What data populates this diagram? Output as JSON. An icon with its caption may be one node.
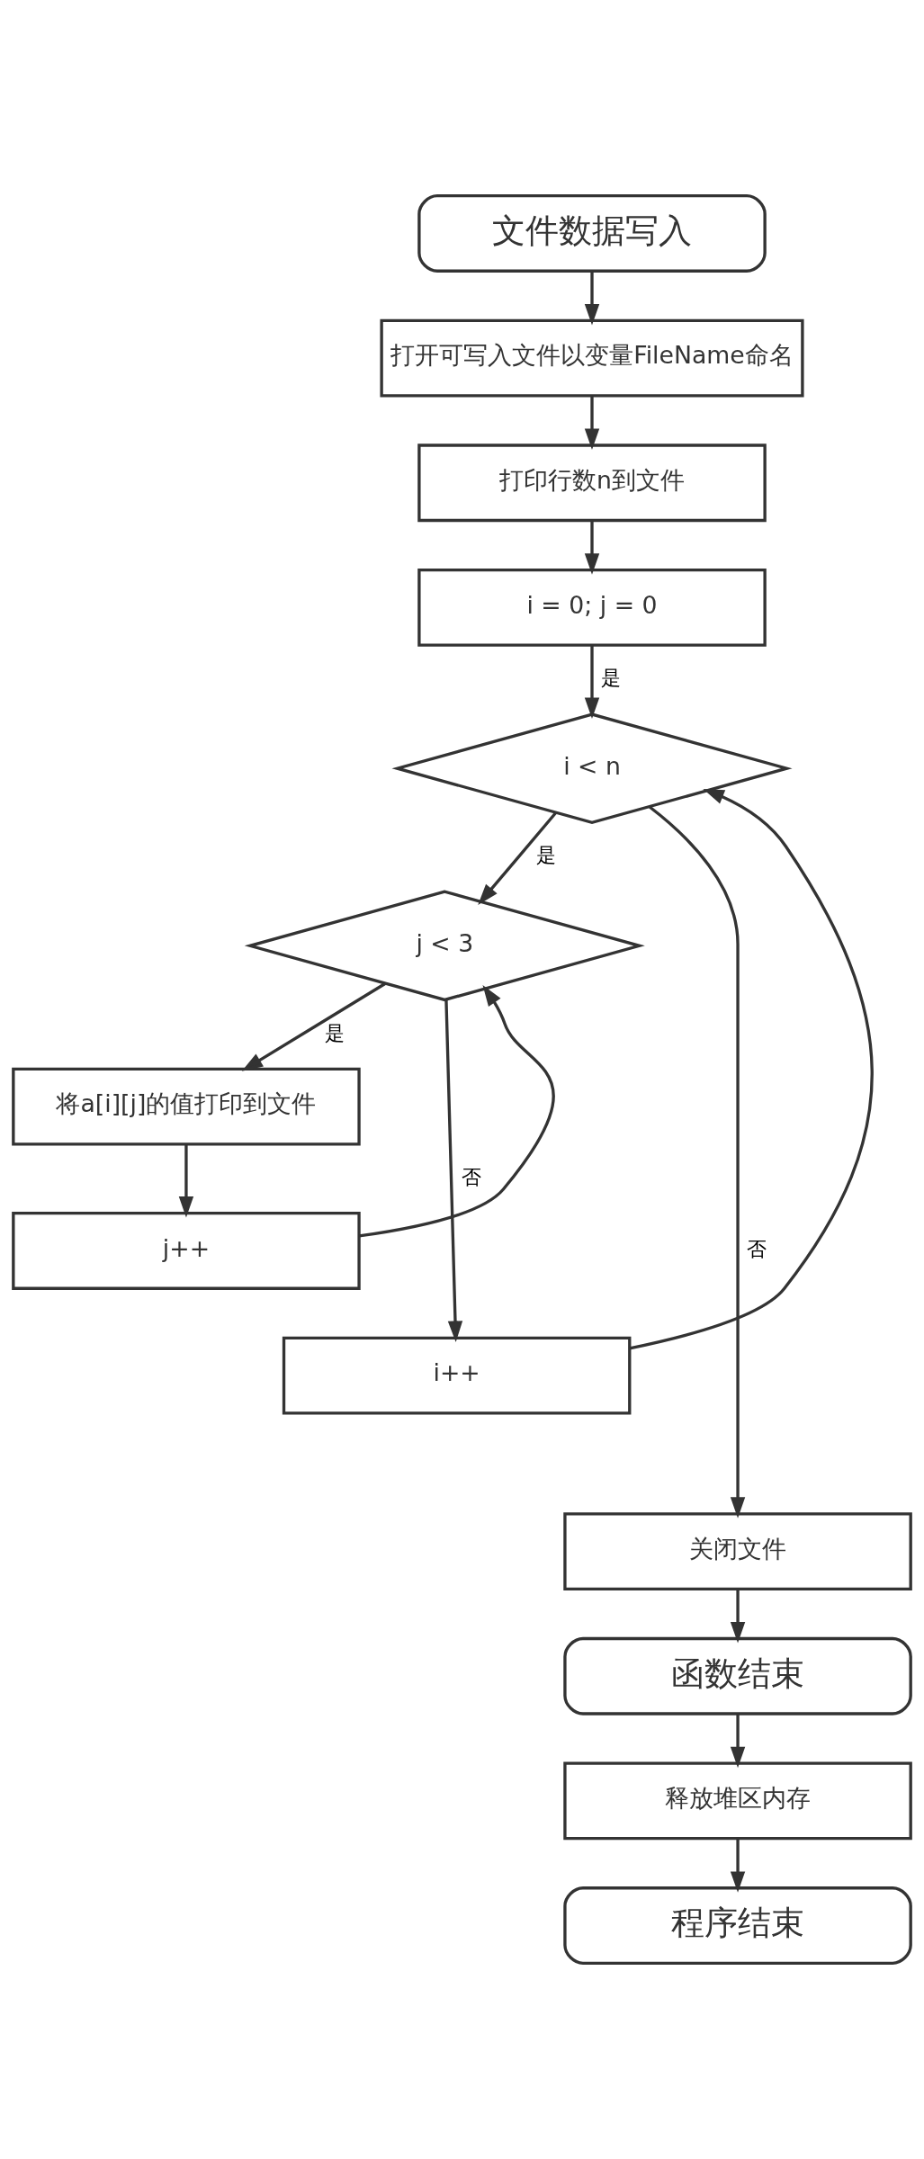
{
  "diagram": {
    "nodes": [
      {
        "text": [
          "文件数据写入"
        ]
      },
      {
        "text": [
          "打开可写入文件以变量FileName命名"
        ]
      },
      {
        "text": [
          "打印行数n到文件"
        ]
      },
      {
        "text": [
          "i = 0; j = 0"
        ]
      },
      {
        "text": [
          "i < n"
        ]
      },
      {
        "text": [
          "j < 3"
        ]
      },
      {
        "text": [
          "将a[i][j]的值打印到文件"
        ]
      },
      {
        "text": [
          "j++"
        ]
      },
      {
        "text": [
          "i++"
        ]
      },
      {
        "text": [
          "关闭文件"
        ]
      },
      {
        "text": [
          "函数结束"
        ]
      },
      {
        "text": [
          "释放堆区内存"
        ]
      },
      {
        "text": [
          "程序结束"
        ]
      }
    ],
    "edges": [
      {
        "from": 0,
        "to": 1,
        "arrow": "to"
      },
      {
        "from": 1,
        "to": 2,
        "arrow": "to"
      },
      {
        "from": 2,
        "to": 3,
        "arrow": "to"
      },
      {
        "from": 3,
        "to": 4,
        "arrow": "to",
        "label": "是"
      },
      {
        "from": 4,
        "to": 5,
        "arrow": "to",
        "label": "是"
      },
      {
        "from": 5,
        "to": 6,
        "arrow": "to",
        "label": "是"
      },
      {
        "from": 6,
        "to": 7,
        "arrow": "to"
      },
      {
        "from": 7,
        "to": 5,
        "arrow": "to"
      },
      {
        "from": 5,
        "to": 8,
        "arrow": "to",
        "label": "否"
      },
      {
        "from": 8,
        "to": 4,
        "arrow": "to"
      },
      {
        "from": 4,
        "to": 9,
        "arrow": "to",
        "label": "否"
      },
      {
        "from": 9,
        "to": 10,
        "arrow": "to"
      },
      {
        "from": 10,
        "to": 11,
        "arrow": "to"
      },
      {
        "from": 11,
        "to": 12,
        "arrow": "to"
      }
    ]
  }
}
